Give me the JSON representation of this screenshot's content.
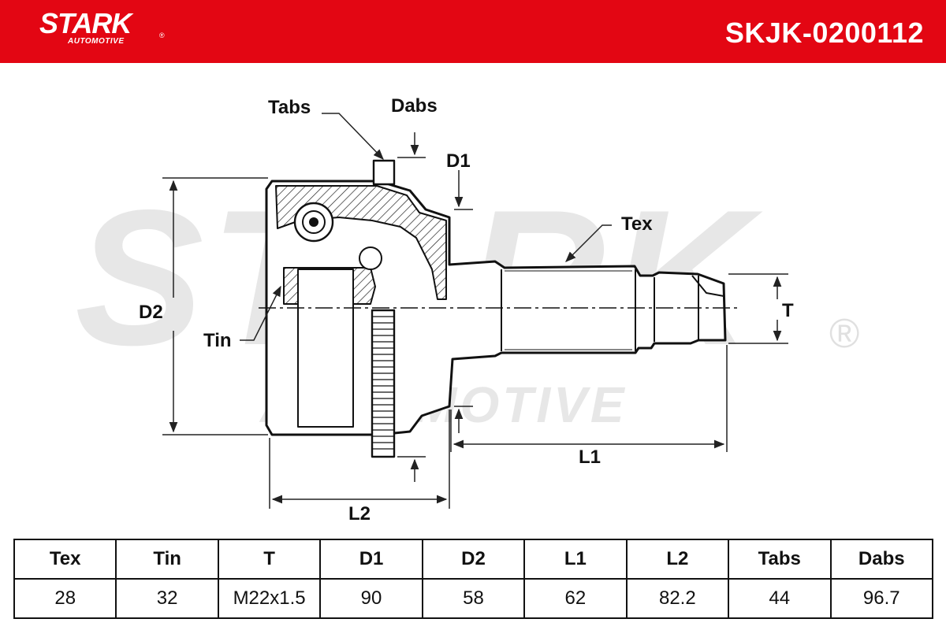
{
  "header": {
    "brand": "STARK",
    "brand_sub": "AUTOMOTIVE",
    "registered_mark": "®",
    "part_number": "SKJK-0200112",
    "background_color": "#e30613"
  },
  "watermark": {
    "main": "STARK",
    "sub": "AUTOMOTIVE",
    "registered_mark": "®"
  },
  "diagram": {
    "labels": {
      "tabs": "Tabs",
      "dabs": "Dabs",
      "d1": "D1",
      "tex": "Tex",
      "d2": "D2",
      "t": "T",
      "tin": "Tin",
      "l1": "L1",
      "l2": "L2"
    }
  },
  "specs": {
    "headers": [
      "Tex",
      "Tin",
      "T",
      "D1",
      "D2",
      "L1",
      "L2",
      "Tabs",
      "Dabs"
    ],
    "values": [
      "28",
      "32",
      "M22x1.5",
      "90",
      "58",
      "62",
      "82.2",
      "44",
      "96.7"
    ]
  }
}
